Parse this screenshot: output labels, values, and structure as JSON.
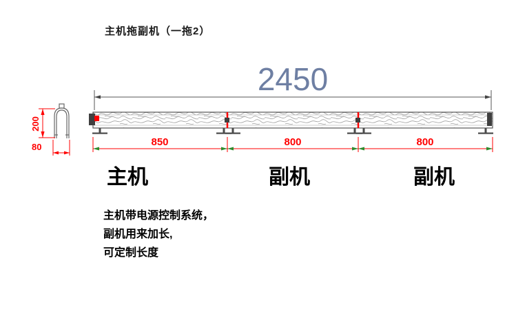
{
  "title": "主机拖副机（一拖2）",
  "dimensions": {
    "overall": "2450",
    "segments": [
      "850",
      "800",
      "800"
    ],
    "height": "200",
    "width": "80"
  },
  "labels": {
    "main": "主机",
    "aux1": "副机",
    "aux2": "副机"
  },
  "notes": {
    "line1": "主机带电源控制系统，",
    "line2": "副机用来加长,",
    "line3": "可定制长度"
  },
  "colors": {
    "dimension_red": "#ff0000",
    "overall_dim_blue": "#6e7fa3",
    "arrow_green": "#2e8b2e"
  }
}
